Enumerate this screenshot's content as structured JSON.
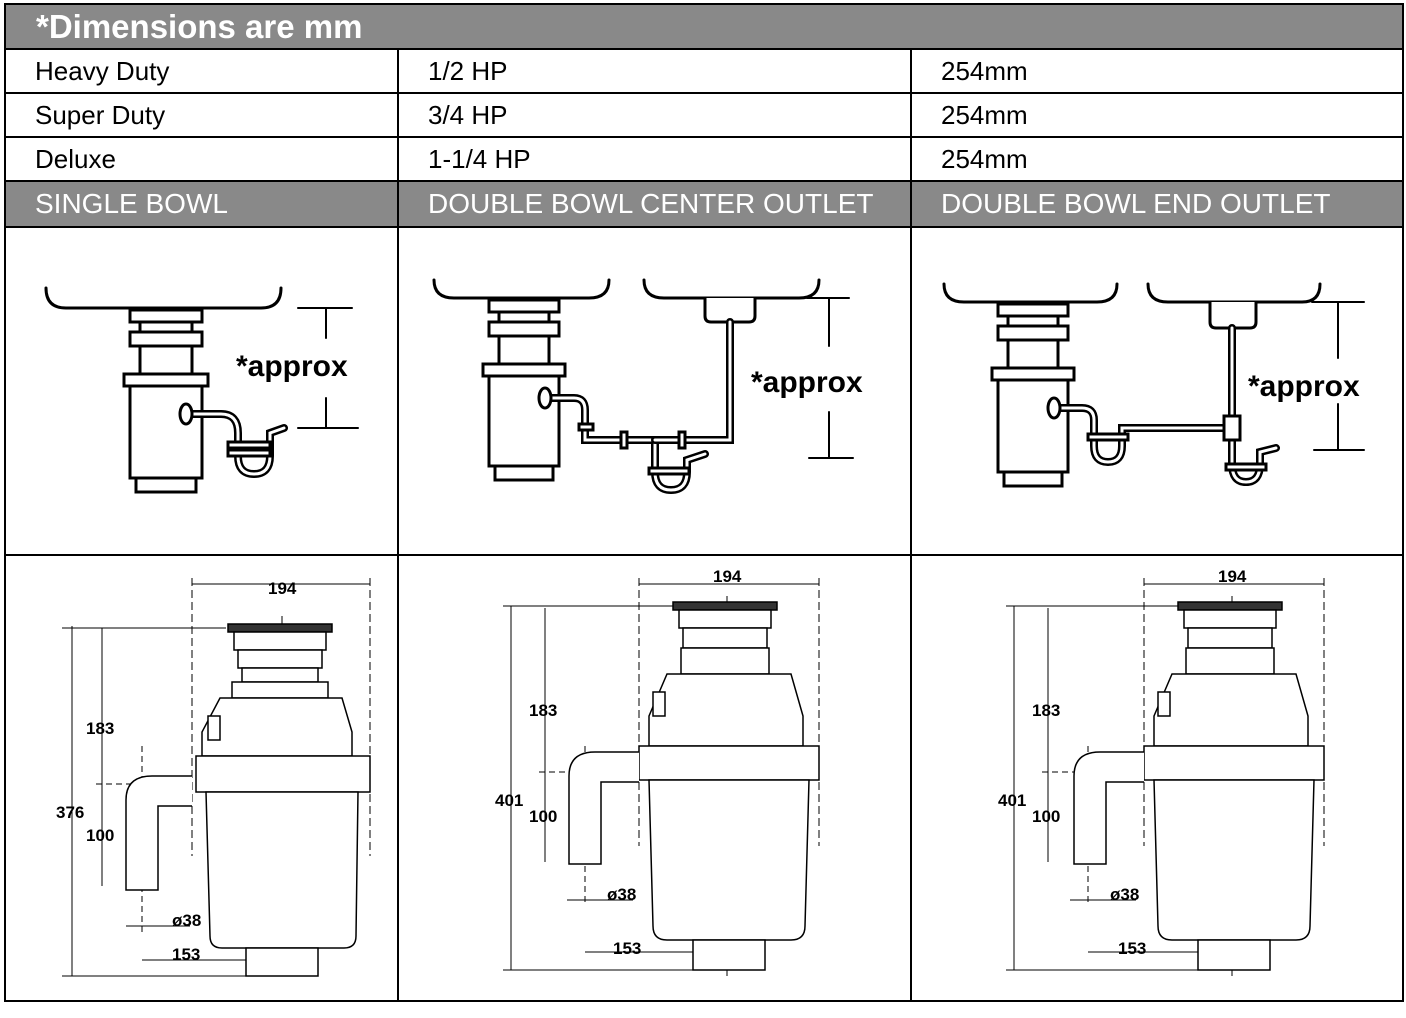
{
  "title": "*Dimensions are mm",
  "rows": [
    {
      "model": "Heavy Duty",
      "power": "1/2 HP",
      "size": "254mm"
    },
    {
      "model": "Super Duty",
      "power": "3/4 HP",
      "size": "254mm"
    },
    {
      "model": "Deluxe",
      "power": "1-1/4 HP",
      "size": "254mm"
    }
  ],
  "layouts": [
    "SINGLE BOWL",
    "DOUBLE BOWL CENTER OUTLET",
    "DOUBLE BOWL END OUTLET"
  ],
  "diagrams": {
    "approx_label": "*approx"
  },
  "drawings": [
    {
      "width": "194",
      "upper": "183",
      "total": "376",
      "outlet_height": "100",
      "outlet_dia": "ø38",
      "outlet_offset": "153"
    },
    {
      "width": "194",
      "upper": "183",
      "total": "401",
      "outlet_height": "100",
      "outlet_dia": "ø38",
      "outlet_offset": "153"
    },
    {
      "width": "194",
      "upper": "183",
      "total": "401",
      "outlet_height": "100",
      "outlet_dia": "ø38",
      "outlet_offset": "153"
    }
  ]
}
